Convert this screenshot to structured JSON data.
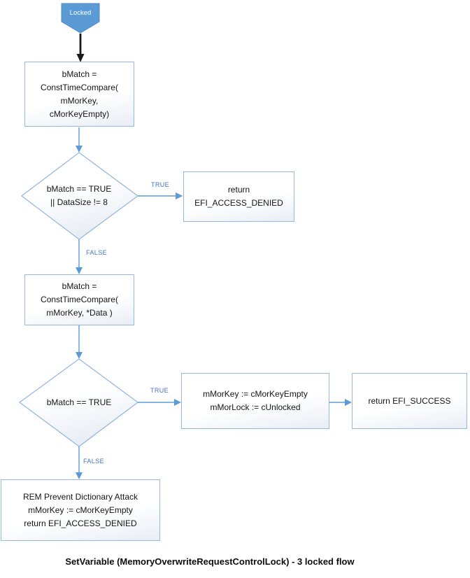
{
  "start": {
    "label": "Locked"
  },
  "nodes": {
    "compare_empty": {
      "text": "bMatch =\nConstTimeCompare(\nmMorKey,\ncMorKeyEmpty)"
    },
    "decision_empty": {
      "text": "bMatch == TRUE\n|| DataSize != 8"
    },
    "access_denied_top": {
      "text": "return\nEFI_ACCESS_DENIED"
    },
    "compare_data": {
      "text": "bMatch =\nConstTimeCompare(\nmMorKey, *Data )"
    },
    "decision_match": {
      "text": "bMatch == TRUE"
    },
    "unlock_actions": {
      "text": "mMorKey := cMorKeyEmpty\nmMorLock := cUnlocked"
    },
    "return_success": {
      "text": "return EFI_SUCCESS"
    },
    "dictionary_attack": {
      "text": "REM Prevent Dictionary Attack\nmMorKey := cMorKeyEmpty\nreturn EFI_ACCESS_DENIED"
    }
  },
  "edge_labels": {
    "decision1_true": "TRUE",
    "decision1_false": "FALSE",
    "decision2_true": "TRUE",
    "decision2_false": "FALSE"
  },
  "caption": "SetVariable (MemoryOverwriteRequestControlLock) - 3 locked flow",
  "colors": {
    "start_fill": "#5b9bd5",
    "shape_border": "#95b9de",
    "connector": "#5b9bd5",
    "edge_label_text": "#4472c4",
    "start_arrow": "#000000"
  }
}
